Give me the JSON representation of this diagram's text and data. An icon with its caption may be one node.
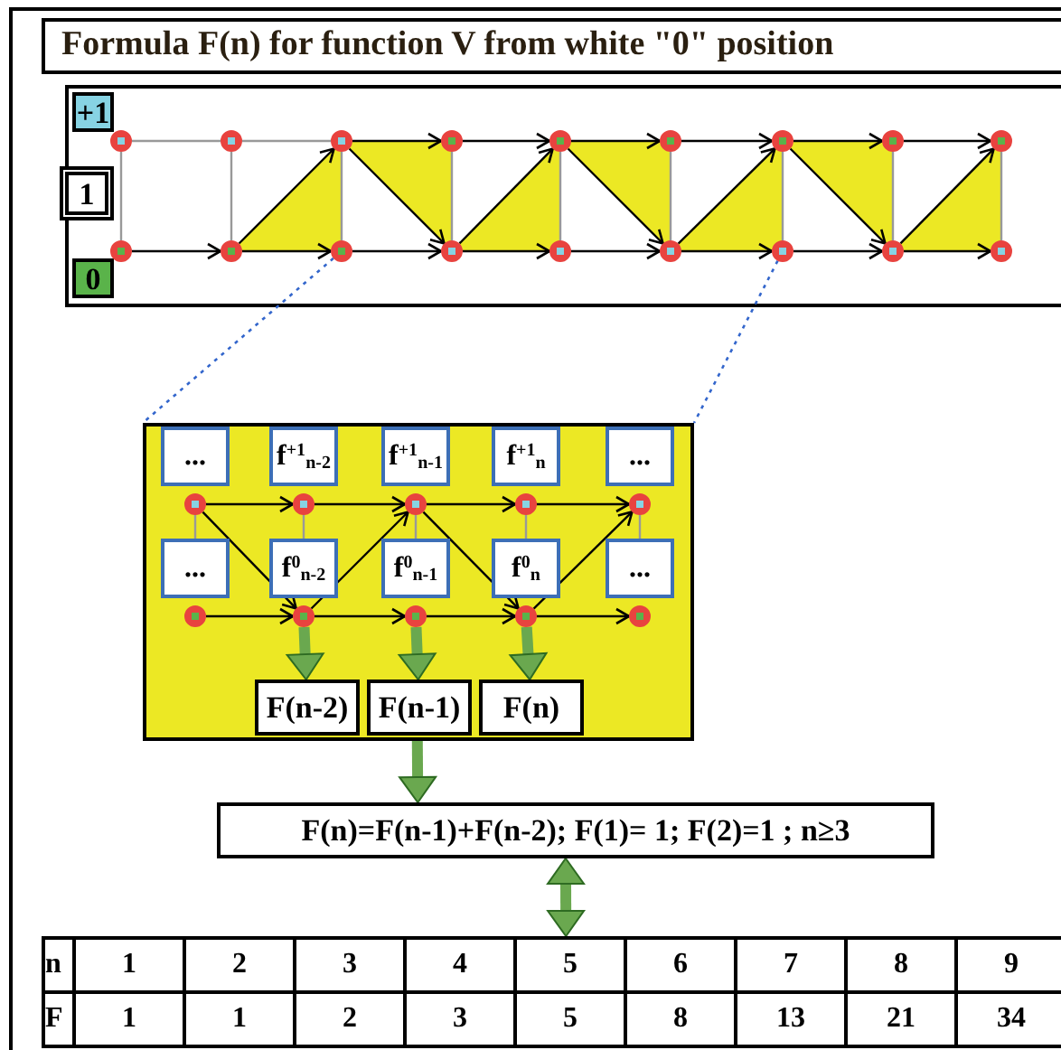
{
  "diagram": {
    "title": "Formula F(n) for function V from white \"0\" position",
    "nodes": [
      {
        "text": [],
        "shape": "box"
      },
      {
        "text": [
          "+1"
        ],
        "in": 0
      },
      {
        "text": [
          "1"
        ],
        "in": 0
      },
      {
        "text": [
          "0"
        ],
        "in": 0
      },
      {
        "text": [],
        "shape": "circle",
        "in": 0
      },
      {
        "text": [],
        "shape": "circle",
        "in": 0
      },
      {
        "text": [],
        "shape": "circle",
        "in": 0
      },
      {
        "text": [],
        "shape": "circle",
        "in": 0
      },
      {
        "text": [],
        "shape": "circle",
        "in": 0
      },
      {
        "text": [],
        "shape": "circle",
        "in": 0
      },
      {
        "text": [],
        "shape": "circle",
        "in": 0
      },
      {
        "text": [],
        "shape": "circle",
        "in": 0
      },
      {
        "text": [],
        "shape": "circle",
        "in": 0
      },
      {
        "text": [],
        "shape": "circle",
        "in": 0
      },
      {
        "text": [],
        "shape": "circle",
        "in": 0
      },
      {
        "text": [],
        "shape": "circle",
        "in": 0
      },
      {
        "text": [],
        "shape": "circle",
        "in": 0
      },
      {
        "text": [],
        "shape": "circle",
        "in": 0
      },
      {
        "text": [],
        "shape": "circle",
        "in": 0
      },
      {
        "text": [],
        "shape": "circle",
        "in": 0
      },
      {
        "text": [],
        "shape": "circle",
        "in": 0
      },
      {
        "text": [],
        "shape": "circle",
        "in": 0
      },
      {
        "text": [],
        "shape": "box"
      },
      {
        "text": [
          "..."
        ],
        "in": 22
      },
      {
        "text": [
          "f$^{+1}$$_{n-2}$"
        ],
        "in": 22
      },
      {
        "text": [
          "f$^{+1}$$_{n-1}$"
        ],
        "in": 22
      },
      {
        "text": [
          "f$^{+1}$$_{n}$"
        ],
        "in": 22
      },
      {
        "text": [
          "..."
        ],
        "in": 22
      },
      {
        "text": [
          "..."
        ],
        "in": 22
      },
      {
        "text": [
          "f$^{0}$$_{n-2}$"
        ],
        "in": 22
      },
      {
        "text": [
          "f$^{0}$$_{n-1}$"
        ],
        "in": 22
      },
      {
        "text": [
          "f$^{0}$$_{n}$"
        ],
        "in": 22
      },
      {
        "text": [
          "..."
        ],
        "in": 22
      },
      {
        "text": [],
        "shape": "circle",
        "in": 22
      },
      {
        "text": [],
        "shape": "circle",
        "in": 22
      },
      {
        "text": [],
        "shape": "circle",
        "in": 22
      },
      {
        "text": [],
        "shape": "circle",
        "in": 22
      },
      {
        "text": [],
        "shape": "circle",
        "in": 22
      },
      {
        "text": [],
        "shape": "circle",
        "in": 22
      },
      {
        "text": [],
        "shape": "circle",
        "in": 22
      },
      {
        "text": [],
        "shape": "circle",
        "in": 22
      },
      {
        "text": [],
        "shape": "circle",
        "in": 22
      },
      {
        "text": [],
        "shape": "circle",
        "in": 22
      },
      {
        "text": [
          "F(n-2)"
        ],
        "in": 22
      },
      {
        "text": [
          "F(n-1)"
        ],
        "in": 22
      },
      {
        "text": [
          "F(n)"
        ],
        "in": 22
      },
      {
        "text": [
          "F(n)=F(n-1)+F(n-2); F(1)= 1; F(2)=1 ; n≥3"
        ]
      },
      {
        "text": [],
        "shape": "box"
      }
    ],
    "edges": [
      {
        "from": 4,
        "to": 5,
        "arrow": "none",
        "color": "#999999"
      },
      {
        "from": 5,
        "to": 6,
        "arrow": "none",
        "color": "#999999"
      },
      {
        "from": 6,
        "to": 7,
        "arrow": "to"
      },
      {
        "from": 7,
        "to": 8,
        "arrow": "to"
      },
      {
        "from": 8,
        "to": 9,
        "arrow": "to"
      },
      {
        "from": 9,
        "to": 10,
        "arrow": "to"
      },
      {
        "from": 10,
        "to": 11,
        "arrow": "to"
      },
      {
        "from": 11,
        "to": 12,
        "arrow": "to"
      },
      {
        "from": 13,
        "to": 14,
        "arrow": "to"
      },
      {
        "from": 14,
        "to": 15,
        "arrow": "to"
      },
      {
        "from": 15,
        "to": 16,
        "arrow": "to"
      },
      {
        "from": 16,
        "to": 17,
        "arrow": "to"
      },
      {
        "from": 17,
        "to": 18,
        "arrow": "to"
      },
      {
        "from": 18,
        "to": 19,
        "arrow": "to"
      },
      {
        "from": 19,
        "to": 20,
        "arrow": "to"
      },
      {
        "from": 20,
        "to": 21,
        "arrow": "to"
      },
      {
        "from": 4,
        "to": 13,
        "arrow": "none",
        "color": "#999999"
      },
      {
        "from": 5,
        "to": 14,
        "arrow": "none",
        "color": "#999999"
      },
      {
        "from": 6,
        "to": 15,
        "arrow": "none",
        "color": "#999999"
      },
      {
        "from": 7,
        "to": 16,
        "arrow": "none",
        "color": "#999999"
      },
      {
        "from": 8,
        "to": 17,
        "arrow": "none",
        "color": "#999999"
      },
      {
        "from": 9,
        "to": 18,
        "arrow": "none",
        "color": "#999999"
      },
      {
        "from": 10,
        "to": 19,
        "arrow": "none",
        "color": "#999999"
      },
      {
        "from": 11,
        "to": 20,
        "arrow": "none",
        "color": "#999999"
      },
      {
        "from": 12,
        "to": 21,
        "arrow": "none",
        "color": "#999999"
      },
      {
        "from": 14,
        "to": 6,
        "arrow": "to"
      },
      {
        "from": 6,
        "to": 16,
        "arrow": "to"
      },
      {
        "from": 16,
        "to": 8,
        "arrow": "to"
      },
      {
        "from": 8,
        "to": 18,
        "arrow": "to"
      },
      {
        "from": 18,
        "to": 10,
        "arrow": "to"
      },
      {
        "from": 10,
        "to": 20,
        "arrow": "to"
      },
      {
        "from": 20,
        "to": 12,
        "arrow": "to"
      },
      {
        "from": 15,
        "to": 22,
        "arrow": "none",
        "style": "dashed",
        "color": "#3366cc"
      },
      {
        "from": 19,
        "to": 22,
        "arrow": "none",
        "style": "dashed",
        "color": "#3366cc"
      },
      {
        "from": 33,
        "to": 34,
        "arrow": "to"
      },
      {
        "from": 34,
        "to": 35,
        "arrow": "to"
      },
      {
        "from": 35,
        "to": 36,
        "arrow": "to"
      },
      {
        "from": 36,
        "to": 37,
        "arrow": "to"
      },
      {
        "from": 38,
        "to": 39,
        "arrow": "to"
      },
      {
        "from": 39,
        "to": 40,
        "arrow": "to"
      },
      {
        "from": 40,
        "to": 41,
        "arrow": "to"
      },
      {
        "from": 41,
        "to": 42,
        "arrow": "to"
      },
      {
        "from": 33,
        "to": 39,
        "arrow": "to"
      },
      {
        "from": 39,
        "to": 35,
        "arrow": "to"
      },
      {
        "from": 35,
        "to": 41,
        "arrow": "to"
      },
      {
        "from": 41,
        "to": 37,
        "arrow": "to"
      },
      {
        "from": 33,
        "to": 28,
        "arrow": "none",
        "color": "#999999"
      },
      {
        "from": 34,
        "to": 29,
        "arrow": "none",
        "color": "#999999"
      },
      {
        "from": 35,
        "to": 30,
        "arrow": "none",
        "color": "#999999"
      },
      {
        "from": 36,
        "to": 31,
        "arrow": "none",
        "color": "#999999"
      },
      {
        "from": 37,
        "to": 32,
        "arrow": "none",
        "color": "#999999"
      },
      {
        "from": 39,
        "to": 43,
        "arrow": "to",
        "style": "thick",
        "color": "#6aa84f"
      },
      {
        "from": 40,
        "to": 44,
        "arrow": "to",
        "style": "thick",
        "color": "#6aa84f"
      },
      {
        "from": 41,
        "to": 45,
        "arrow": "to",
        "style": "thick",
        "color": "#6aa84f"
      },
      {
        "from": 22,
        "to": 46,
        "arrow": "to",
        "style": "thick",
        "color": "#6aa84f"
      },
      {
        "from": 46,
        "to": 47,
        "arrow": "both",
        "style": "thick",
        "color": "#6aa84f"
      }
    ],
    "labels": [
      "n",
      "1",
      "2",
      "3",
      "4",
      "5",
      "6",
      "7",
      "8",
      "9",
      "F",
      "1",
      "1",
      "2",
      "3",
      "5",
      "8",
      "13",
      "21",
      "34"
    ]
  }
}
